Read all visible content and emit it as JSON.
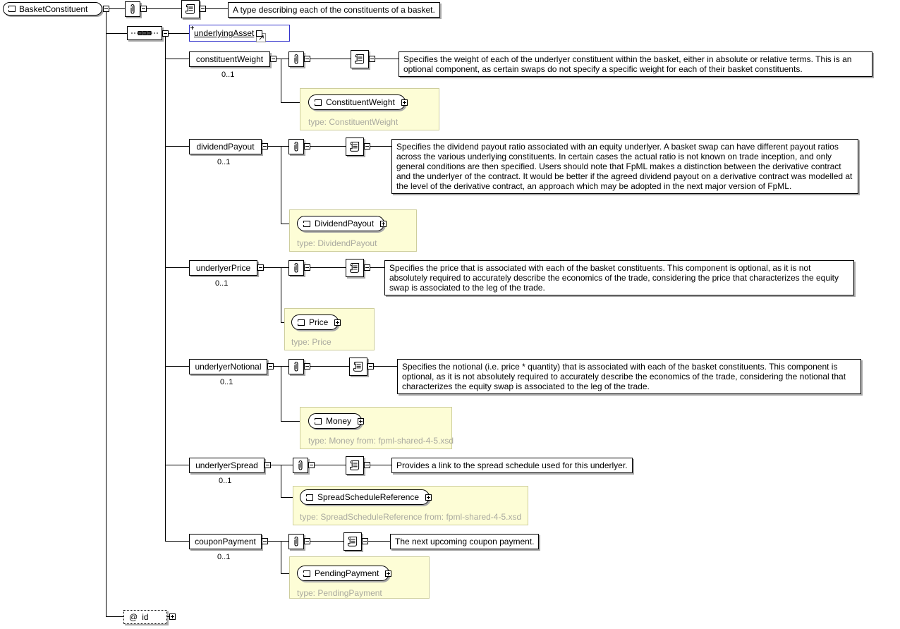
{
  "colors": {
    "selection": "#3333CC",
    "type-bg": "#FDFDD6",
    "type-border": "#CECE9C",
    "muted": "#AAAAA0",
    "shadow": "#A9A9A9",
    "line": "#000000"
  },
  "root": {
    "name": "BasketConstituent",
    "doc": "A type describing each of the constituents of a basket."
  },
  "attribute": {
    "prefix": "@",
    "name": "id"
  },
  "elements": {
    "underlyingAsset": {
      "name": "underlyingAsset"
    },
    "constituentWeight": {
      "name": "constituentWeight",
      "occurs": "0..1",
      "doc": "Specifies the weight of each of the underlyer constituent within the basket, either in absolute or relative terms. This is an optional component, as certain swaps do not specify a specific weight for each of their basket constituents.",
      "child": "ConstituentWeight",
      "childType": "type: ConstituentWeight"
    },
    "dividendPayout": {
      "name": "dividendPayout",
      "occurs": "0..1",
      "doc": "Specifies the dividend payout ratio associated with an equity underlyer. A basket swap can have different payout ratios across the various underlying constituents. In certain cases the actual ratio is not known on trade inception, and only general conditions are then specified. Users should note that FpML makes a distinction between the derivative contract and the underlyer of the contract. It would be better if the agreed dividend payout on a derivative contract was modelled at the level of the derivative contract, an approach which may be adopted in the next major version of FpML.",
      "child": "DividendPayout",
      "childType": "type: DividendPayout"
    },
    "underlyerPrice": {
      "name": "underlyerPrice",
      "occurs": "0..1",
      "doc": "Specifies the price that is associated with each of the basket constituents. This component is optional, as it is not absolutely required to accurately describe the economics of the trade, considering the price that characterizes the equity swap is associated to the leg of the trade.",
      "child": "Price",
      "childType": "type: Price"
    },
    "underlyerNotional": {
      "name": "underlyerNotional",
      "occurs": "0..1",
      "doc": "Specifies the notional (i.e. price * quantity) that is associated with each of the basket constituents. This component is optional, as it is not absolutely required to accurately describe the economics of the trade, considering the notional that characterizes the equity swap is associated to the leg of the trade.",
      "child": "Money",
      "childType": "type: Money from: fpml-shared-4-5.xsd"
    },
    "underlyerSpread": {
      "name": "underlyerSpread",
      "occurs": "0..1",
      "doc": "Provides a link to the spread schedule used for this underlyer.",
      "child": "SpreadScheduleReference",
      "childType": "type: SpreadScheduleReference from: fpml-shared-4-5.xsd"
    },
    "couponPayment": {
      "name": "couponPayment",
      "occurs": "0..1",
      "doc": "The next upcoming coupon payment.",
      "child": "PendingPayment",
      "childType": "type: PendingPayment"
    }
  }
}
